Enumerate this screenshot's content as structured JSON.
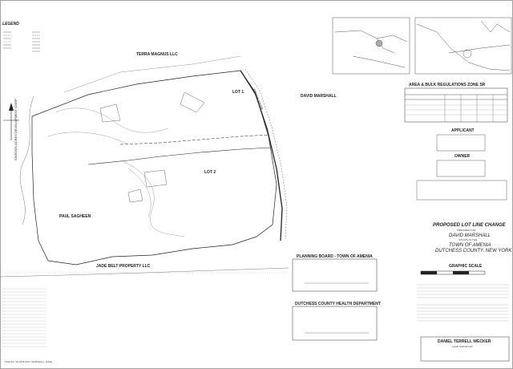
{
  "legend": {
    "title": "LEGEND"
  },
  "lots": {
    "lot1": "LOT 1",
    "lot2": "LOT 2"
  },
  "owners": {
    "terra": "TERRA MAGNUS LLC",
    "david": "DAVID MARSHALL",
    "paul": "PAUL SAGHEEN",
    "jade": "JADE BELT PROPERTY LLC",
    "west": "SWEGON ACRES DEVELOPMENT CORP"
  },
  "road": "TOWNE RIVER",
  "area_table": {
    "title": "AREA & BULK REGULATIONS ZONE SR"
  },
  "applicant": {
    "title": "APPLICANT"
  },
  "owner": {
    "title": "OWNER"
  },
  "title_block": {
    "line1": "PROPOSED LOT LINE CHANGE",
    "line2": "PREPARED FOR",
    "line3": "DAVID MARSHALL",
    "line4": "SITUATE IN THE",
    "line5": "TOWN OF AMENIA",
    "line6": "DUTCHESS COUNTY, NEW YORK",
    "scale": "GRAPHIC SCALE"
  },
  "planning": {
    "title": "PLANNING BOARD - TOWN OF AMENIA"
  },
  "health": {
    "title": "DUTCHESS COUNTY HEALTH DEPARTMENT"
  },
  "surveyor": {
    "name": "DANIEL TERRELL WECKER",
    "role": "LAND SURVEYOR"
  },
  "footer": "FILE NO. 20-1078 DWT, MARSHALL, DAVE"
}
